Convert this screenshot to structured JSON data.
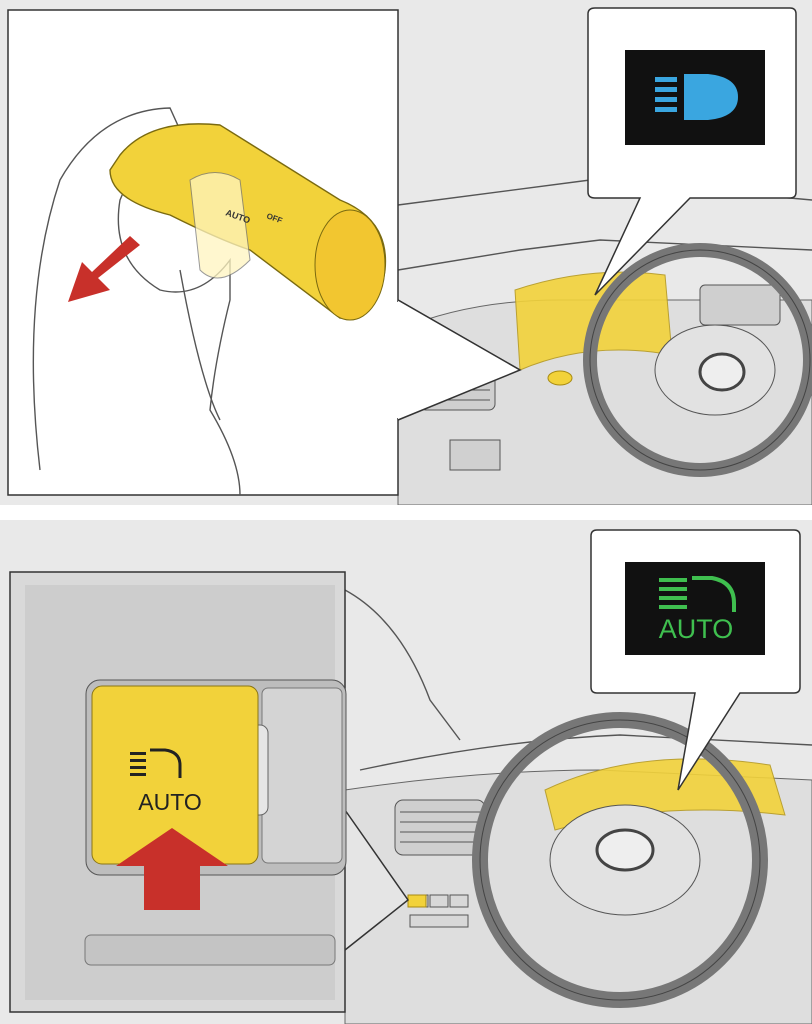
{
  "colors": {
    "highlight_yellow": "#f2d23a",
    "arrow_red": "#c8302a",
    "headlight_blue": "#3aa6e0",
    "indicator_green": "#3fbf4f",
    "panel_black": "#111111",
    "background_gray": "#e6e6e6"
  },
  "top_panel": {
    "stalk_labels": {
      "auto": "AUTO",
      "off": "OFF"
    },
    "indicator": {
      "icon": "headlight-icon",
      "color": "blue"
    }
  },
  "bottom_panel": {
    "button_label": "AUTO",
    "button_icon": "headlight-auto-icon",
    "indicator": {
      "icon": "headlight-icon",
      "label": "AUTO",
      "color": "green"
    }
  }
}
